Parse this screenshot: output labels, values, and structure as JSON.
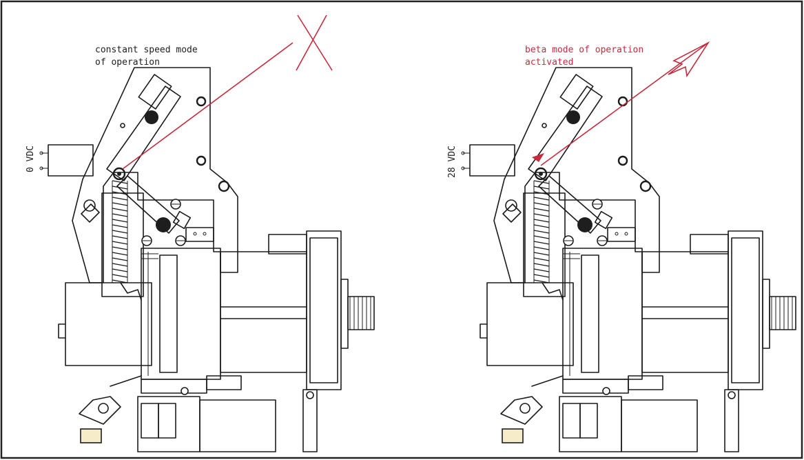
{
  "left_panel": {
    "title_line1": "constant speed mode",
    "title_line2": "of operation",
    "voltage": "0 VDC"
  },
  "right_panel": {
    "title_line1": "beta mode of operation",
    "title_line2": "activated",
    "voltage": "28 VDC"
  },
  "colors": {
    "annotation_red": "#c62a3c",
    "line_black": "#1b1b1b",
    "box_fill": "#f7ecc9"
  }
}
